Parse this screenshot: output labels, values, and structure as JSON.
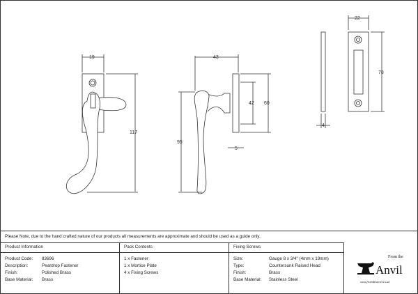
{
  "dimensions": {
    "front_width": "19",
    "front_height": "117",
    "side_depth": "43",
    "side_handle": "95",
    "side_plate_inner": "42",
    "side_plate": "60",
    "side_plate_thick": "5",
    "plate_width": "22",
    "plate_height": "78",
    "plate_thick": "4"
  },
  "note": "Please Note, due to the hand crafted nature of our products all measurements are approximate and should be used as a guide only.",
  "product_info": {
    "heading": "Product Information",
    "rows": [
      {
        "label": "Product Code:",
        "value": "83696"
      },
      {
        "label": "Description:",
        "value": "Peardrop Fastener"
      },
      {
        "label": "Finish:",
        "value": "Polished Brass"
      },
      {
        "label": "Base Material:",
        "value": "Brass"
      }
    ]
  },
  "pack_contents": {
    "heading": "Pack Contents",
    "items": [
      "1 x Fastener",
      "1 x Mortice Plate",
      "4 x Fixing Screws"
    ]
  },
  "fixing_screws": {
    "heading": "Fixing Screws",
    "rows": [
      {
        "label": "Size:",
        "value": "Gauge 8 x 3/4\" (4mm x 19mm)"
      },
      {
        "label": "Type:",
        "value": "Countersunk Raised Head"
      },
      {
        "label": "Finish:",
        "value": "Brass"
      },
      {
        "label": "Base Material:",
        "value": "Stainless Steel"
      }
    ]
  },
  "logo": {
    "small": "From the",
    "big": "Anvil",
    "url": "www.fromtheanvil.co.uk"
  }
}
